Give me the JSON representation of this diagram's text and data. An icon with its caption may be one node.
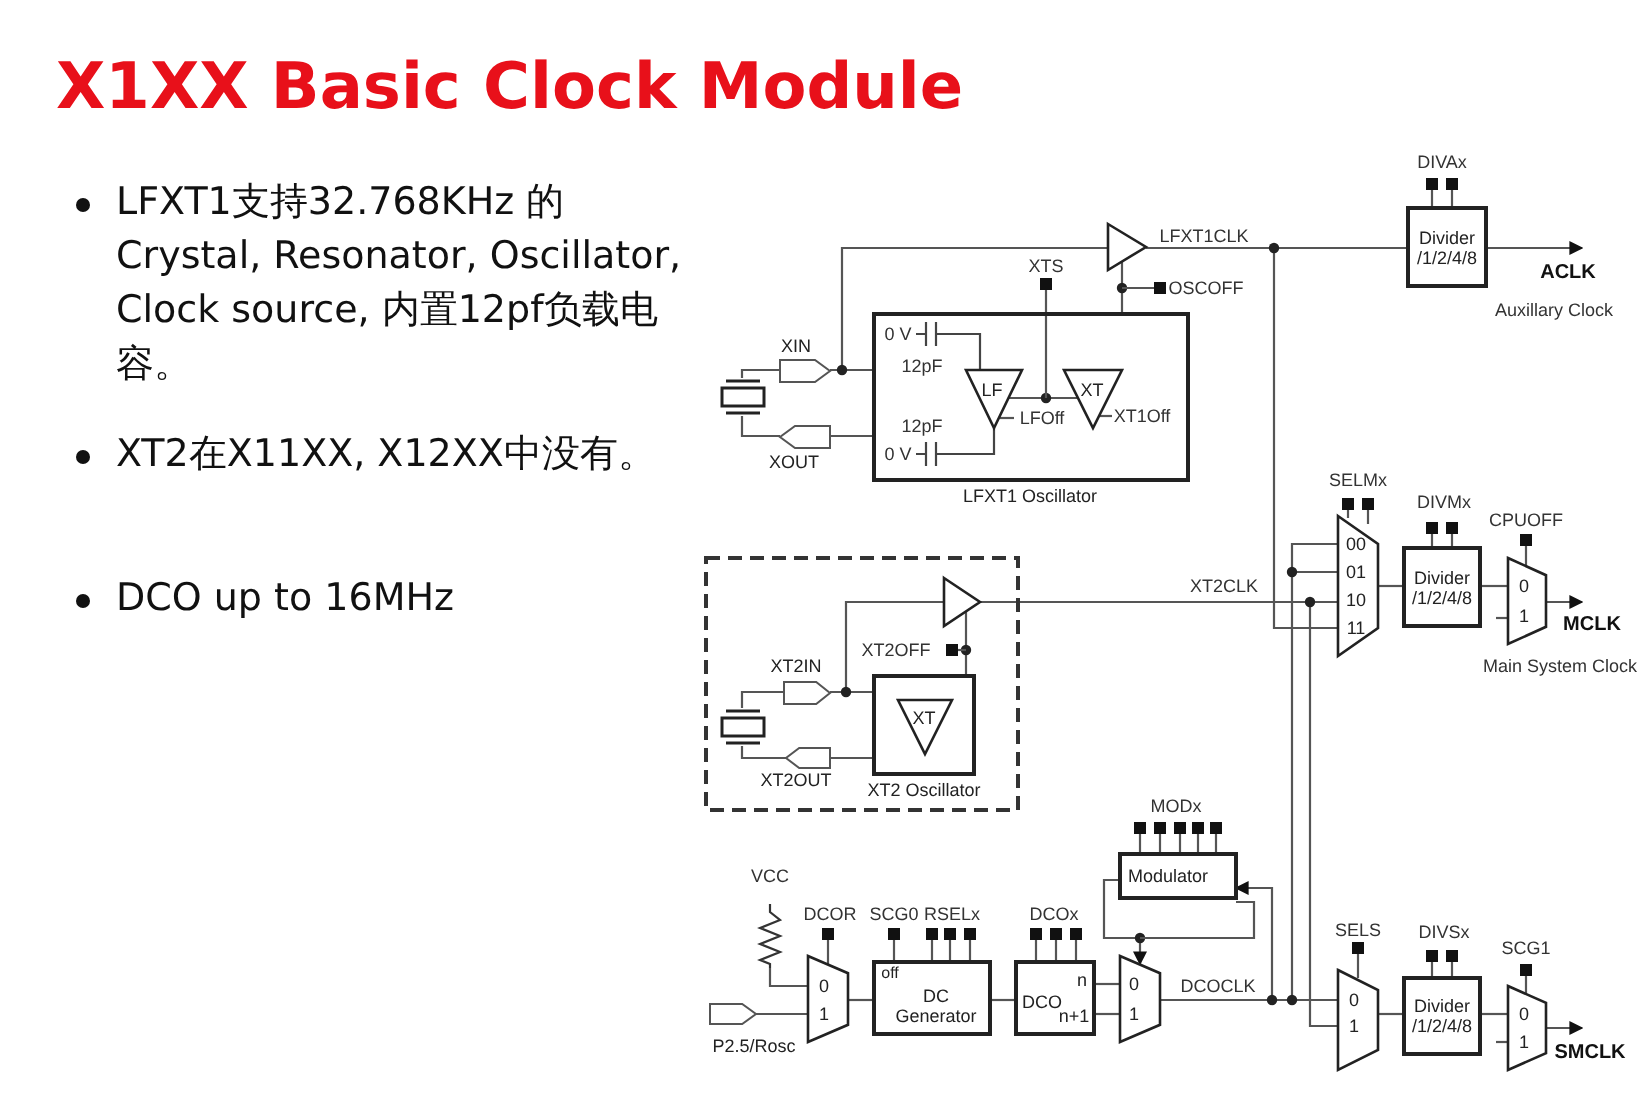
{
  "diagram": {
    "title": "X1XX Basic Clock Module",
    "nodes": [
      {
        "text": [
          "LFXT1 Oscillator"
        ]
      },
      {
        "text": [
          "LF"
        ],
        "in": 0
      },
      {
        "text": [
          "XT"
        ],
        "in": 0
      },
      {
        "text": [],
        "shape": "crystal"
      },
      {
        "text": [
          "XIN"
        ]
      },
      {
        "text": [
          "XOUT"
        ]
      },
      {
        "text": [],
        "shape": "triangle"
      },
      {
        "text": [
          "Divider /1/2/4/8"
        ],
        "beside": [
          "DIVAx"
        ]
      },
      {
        "text": [],
        "shape": "box"
      },
      {
        "text": [
          "XT2 Oscillator"
        ],
        "in": 8
      },
      {
        "text": [
          "XT"
        ],
        "in": 9
      },
      {
        "text": [],
        "shape": "crystal",
        "in": 8
      },
      {
        "text": [
          "XT2IN"
        ],
        "in": 8
      },
      {
        "text": [
          "XT2OUT"
        ],
        "in": 8
      },
      {
        "text": [],
        "shape": "triangle",
        "in": 8
      },
      {
        "text": [
          "00",
          "01",
          "10",
          "11"
        ],
        "beside": [
          "SELMx"
        ]
      },
      {
        "text": [
          "Divider /1/2/4/8"
        ],
        "beside": [
          "DIVMx"
        ]
      },
      {
        "text": [
          "0",
          "1"
        ],
        "beside": [
          "CPUOFF"
        ]
      },
      {
        "text": [
          "Modulator"
        ],
        "beside": [
          "MODx"
        ]
      },
      {
        "text": [],
        "shape": "resistor"
      },
      {
        "text": [
          "P2.5/Rosc"
        ]
      },
      {
        "text": [
          "0",
          "1"
        ],
        "beside": [
          "DCOR"
        ]
      },
      {
        "text": [
          "off",
          "DC Generator"
        ],
        "beside": [
          "SCG0",
          "RSELx"
        ]
      },
      {
        "text": [
          "DCO",
          "n",
          "n+1"
        ],
        "beside": [
          "DCOx"
        ]
      },
      {
        "text": [
          "0",
          "1"
        ]
      },
      {
        "text": [
          "0",
          "1"
        ],
        "beside": [
          "SELS"
        ]
      },
      {
        "text": [
          "Divider /1/2/4/8"
        ],
        "beside": [
          "DIVSx"
        ]
      },
      {
        "text": [
          "0",
          "1"
        ],
        "beside": [
          "SCG1"
        ]
      }
    ],
    "edges": [
      {
        "from": 3,
        "to": 4,
        "arrow": "none"
      },
      {
        "from": 4,
        "to": 0,
        "arrow": "none"
      },
      {
        "from": 4,
        "to": 6,
        "arrow": "none"
      },
      {
        "from": 0,
        "to": 5,
        "arrow": "none"
      },
      {
        "from": 5,
        "to": 3,
        "arrow": "none"
      },
      {
        "from": 1,
        "to": 2,
        "arrow": "none"
      },
      {
        "from": 0,
        "to": 6,
        "arrow": "none"
      },
      {
        "from": 6,
        "to": 7,
        "arrow": "none",
        "label": "LFXT1CLK"
      },
      {
        "from": 7,
        "to": null,
        "arrow": "to",
        "label": "ACLK"
      },
      {
        "from": 6,
        "to": 15,
        "arrow": "none"
      },
      {
        "from": 11,
        "to": 12,
        "arrow": "none"
      },
      {
        "from": 12,
        "to": 9,
        "arrow": "none"
      },
      {
        "from": 12,
        "to": 14,
        "arrow": "none"
      },
      {
        "from": 9,
        "to": 13,
        "arrow": "none"
      },
      {
        "from": 13,
        "to": 11,
        "arrow": "none"
      },
      {
        "from": 9,
        "to": 14,
        "arrow": "none"
      },
      {
        "from": 14,
        "to": 15,
        "arrow": "none",
        "label": "XT2CLK"
      },
      {
        "from": 14,
        "to": 25,
        "arrow": "none"
      },
      {
        "from": 15,
        "to": 16,
        "arrow": "none"
      },
      {
        "from": 16,
        "to": 17,
        "arrow": "none"
      },
      {
        "from": 17,
        "to": null,
        "arrow": "to",
        "label": "MCLK"
      },
      {
        "from": 19,
        "to": 21,
        "arrow": "none"
      },
      {
        "from": 20,
        "to": 21,
        "arrow": "none"
      },
      {
        "from": 21,
        "to": 22,
        "arrow": "none"
      },
      {
        "from": 22,
        "to": 23,
        "arrow": "none"
      },
      {
        "from": 23,
        "to": 24,
        "arrow": "none"
      },
      {
        "from": 23,
        "to": 24,
        "arrow": "none"
      },
      {
        "from": 24,
        "to": 25,
        "arrow": "none",
        "label": "DCOCLK"
      },
      {
        "from": 24,
        "to": 15,
        "arrow": "none"
      },
      {
        "from": 24,
        "to": 18,
        "arrow": "to"
      },
      {
        "from": 18,
        "to": 24,
        "arrow": "to"
      },
      {
        "from": 25,
        "to": 26,
        "arrow": "none"
      },
      {
        "from": 26,
        "to": 27,
        "arrow": "none"
      },
      {
        "from": 27,
        "to": null,
        "arrow": "to",
        "label": "SMCLK"
      },
      {
        "from": null,
        "to": 17,
        "arrow": "none"
      },
      {
        "from": null,
        "to": 27,
        "arrow": "none"
      }
    ],
    "labels": [
      "LFXT1支持32.768KHz 的 Crystal, Resonator, Oscillator, Clock source, 内置12pf负载电容。",
      "XT2在X11XX, X12XX中没有。",
      "DCO up to 16MHz",
      "Auxillary Clock",
      "XTS",
      "OSCOFF",
      "0 V",
      "12pF",
      "LFOff",
      "XT1Off",
      "12pF",
      "0 V",
      "XT2OFF",
      "Main System Clock",
      "VCC"
    ]
  }
}
